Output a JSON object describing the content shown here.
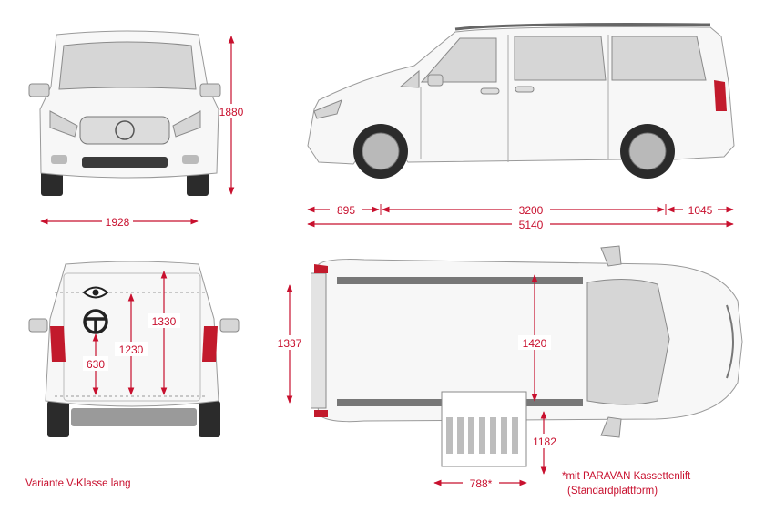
{
  "colors": {
    "accent": "#c8102e"
  },
  "front_view": {
    "height": "1880",
    "width": "1928"
  },
  "side_view": {
    "front_overhang": "895",
    "wheelbase": "3200",
    "rear_overhang": "1045",
    "total_length": "5140"
  },
  "rear_view": {
    "entry_height": "1330",
    "eye_height": "1230",
    "seat_height": "630",
    "icons": [
      "eye-icon",
      "steering-wheel-icon"
    ]
  },
  "top_view": {
    "interior_width": "1337",
    "interior_length": "1420",
    "ramp_length": "1182",
    "ramp_width": "788*"
  },
  "caption": "Variante V-Klasse lang",
  "footnote": {
    "line1": "*mit PARAVAN Kassettenlift",
    "line2": "(Standardplattform)"
  }
}
